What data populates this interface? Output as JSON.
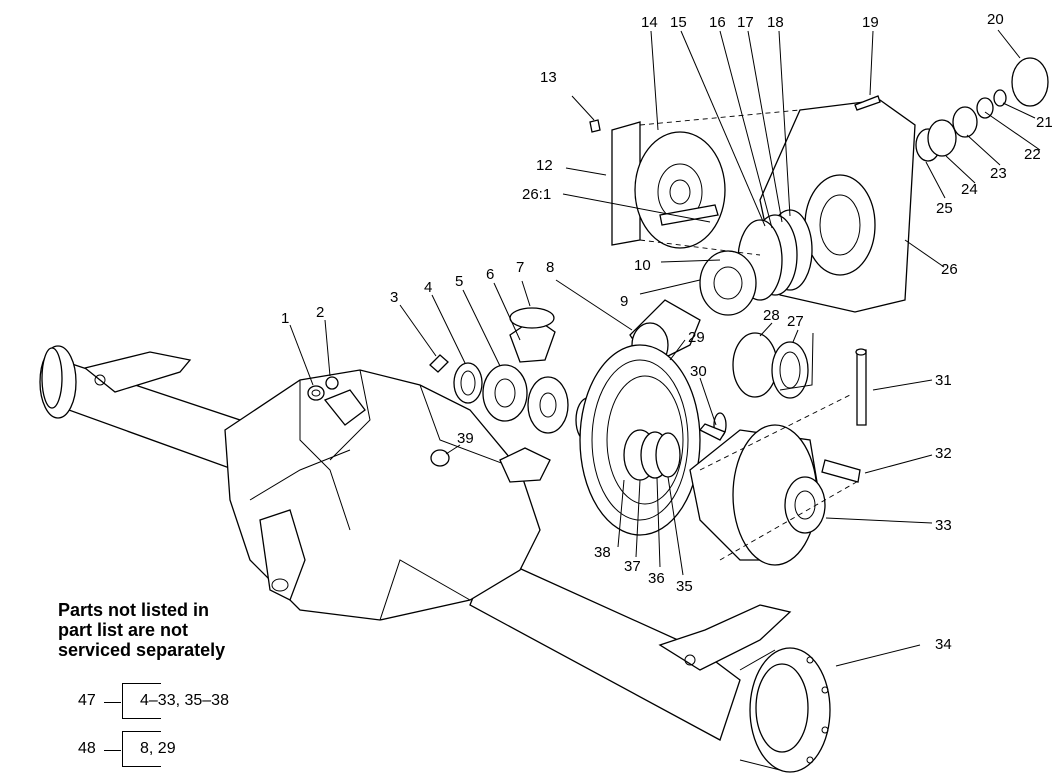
{
  "callouts": [
    "1",
    "2",
    "3",
    "4",
    "5",
    "6",
    "7",
    "8",
    "9",
    "10",
    "12",
    "13",
    "14",
    "15",
    "16",
    "17",
    "18",
    "19",
    "20",
    "21",
    "22",
    "23",
    "24",
    "25",
    "26",
    "26:1",
    "27",
    "28",
    "29",
    "30",
    "31",
    "32",
    "33",
    "34",
    "35",
    "36",
    "37",
    "38",
    "39"
  ],
  "note": {
    "line1": "Parts not listed in",
    "line2": "part list are not",
    "line3": "serviced separately"
  },
  "kits": [
    {
      "number": "47",
      "includes": "4–33, 35–38"
    },
    {
      "number": "48",
      "includes": "8, 29"
    }
  ]
}
